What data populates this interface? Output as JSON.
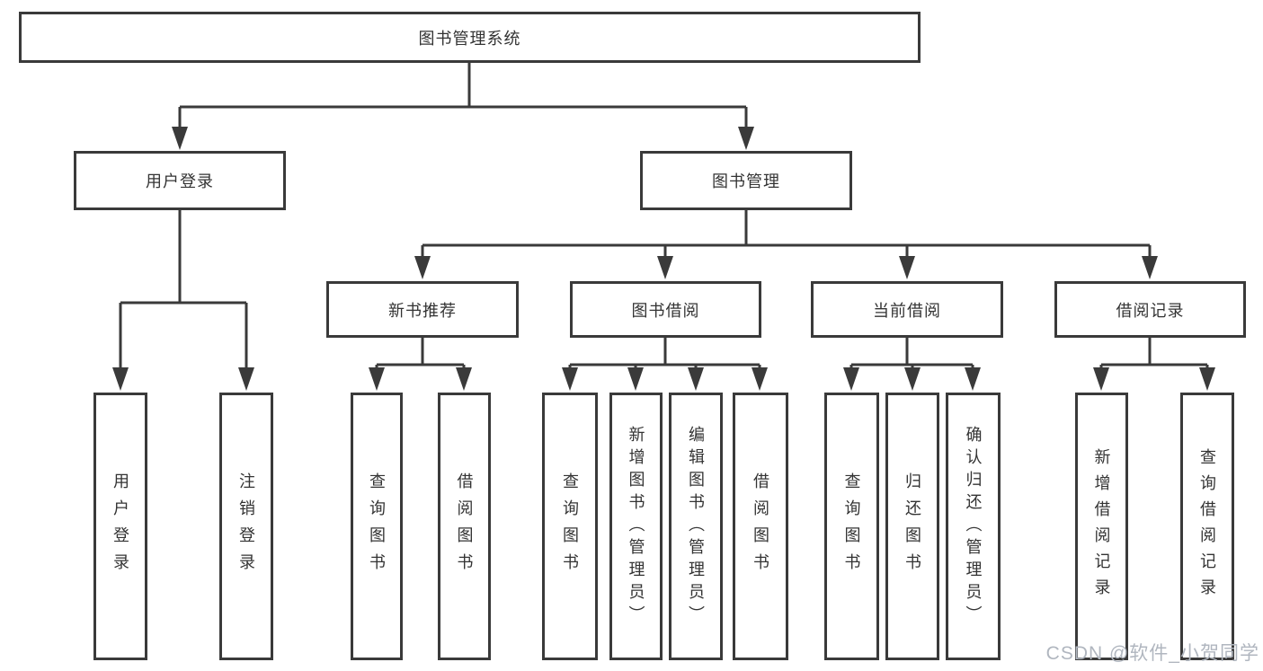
{
  "watermark": "CSDN @软件_小贺同学",
  "colors": {
    "line": "#3a3a3a",
    "box_border": "#3a3a3a",
    "text": "#333333",
    "watermark": "#b0b6bf",
    "background": "#ffffff"
  },
  "nodes": {
    "root": "图书管理系统",
    "user_login": "用户登录",
    "book_management": "图书管理",
    "new_book_recommend": "新书推荐",
    "book_borrow": "图书借阅",
    "current_borrow": "当前借阅",
    "borrow_records": "借阅记录"
  },
  "leaves": {
    "user_login": [
      "用户登录",
      "注销登录"
    ],
    "new_book_recommend": [
      "查询图书",
      "借阅图书"
    ],
    "book_borrow": [
      "查询图书",
      "新增图书（管理员）",
      "编辑图书（管理员）",
      "借阅图书"
    ],
    "current_borrow": [
      "查询图书",
      "归还图书",
      "确认归还（管理员）"
    ],
    "borrow_records": [
      "新增借阅记录",
      "查询借阅记录"
    ]
  }
}
